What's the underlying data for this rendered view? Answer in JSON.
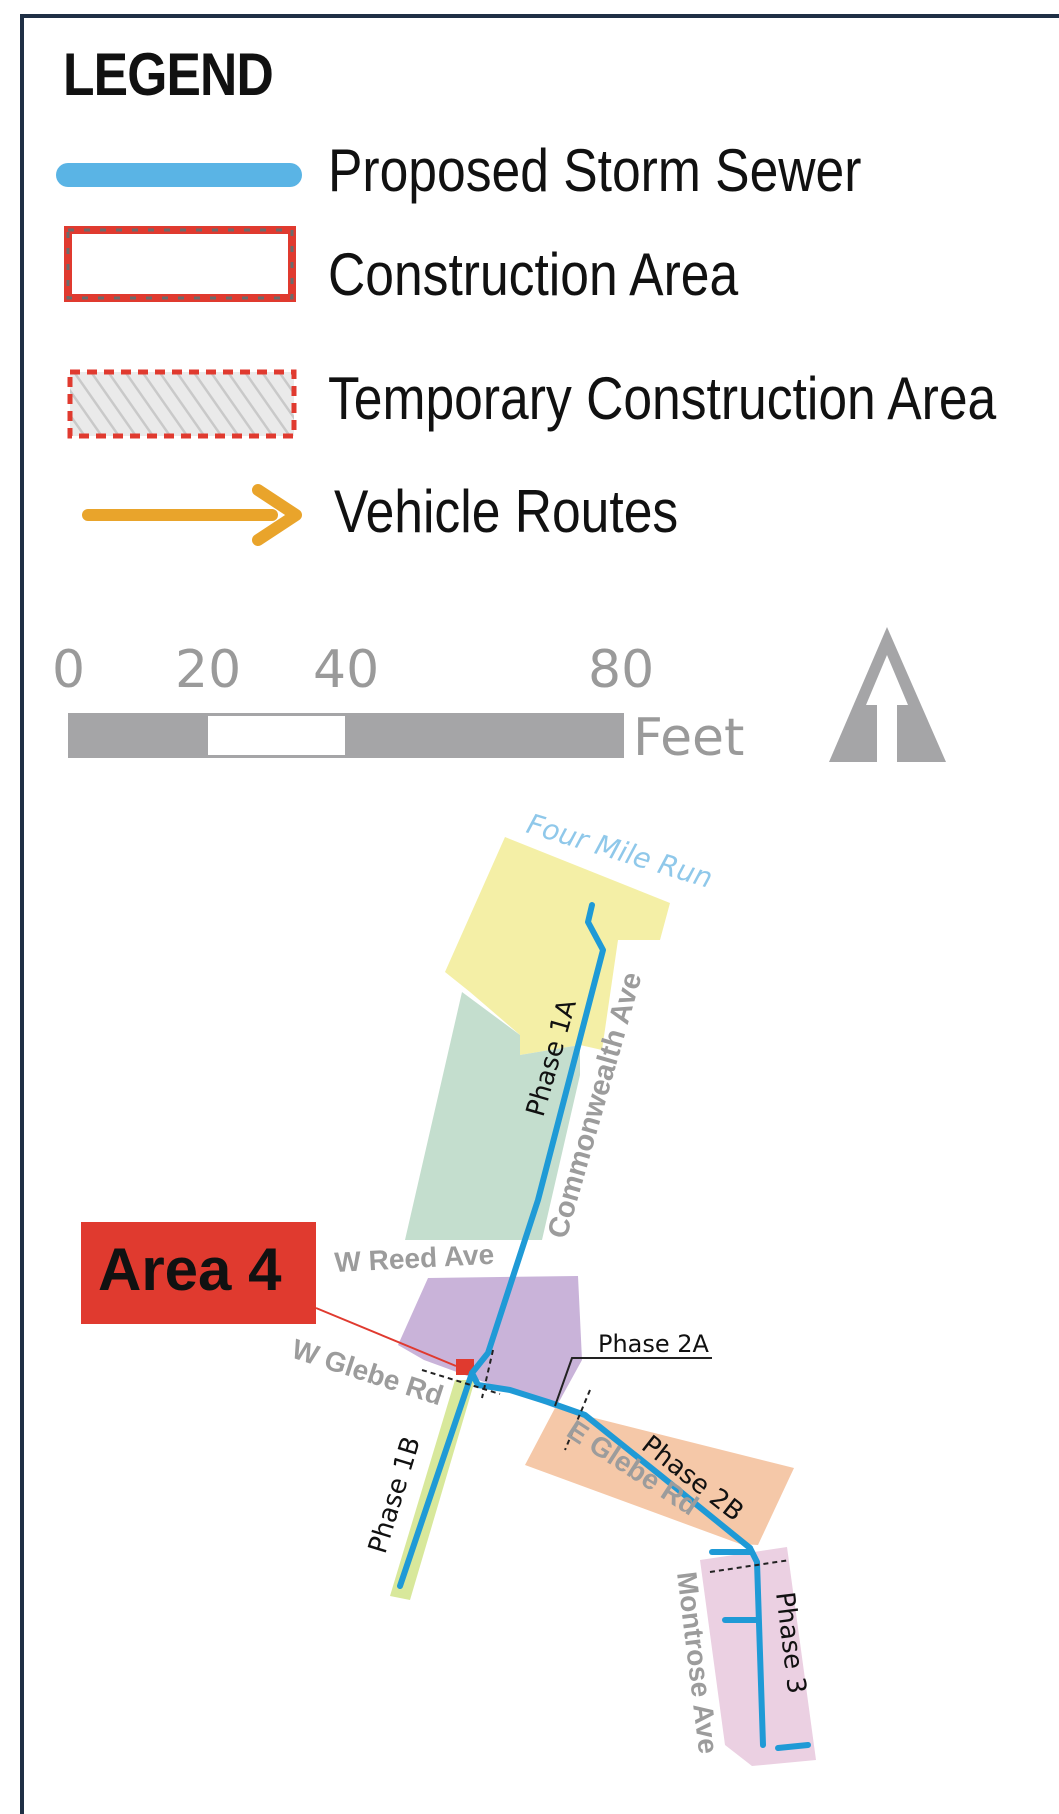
{
  "legend": {
    "title": "LEGEND",
    "items": [
      {
        "label": "Proposed Storm Sewer",
        "icon": "storm-sewer-line-icon",
        "color": "#5ab4e5"
      },
      {
        "label": "Construction Area",
        "icon": "construction-area-box-icon",
        "color": "#e03a2f"
      },
      {
        "label": "Temporary Construction Area",
        "icon": "temporary-area-box-icon",
        "color": "#e03a2f"
      },
      {
        "label": "Vehicle Routes",
        "icon": "vehicle-route-arrow-icon",
        "color": "#e9a42b"
      }
    ]
  },
  "scale": {
    "ticks": [
      "0",
      "20",
      "40",
      "80"
    ],
    "unit": "Feet"
  },
  "map": {
    "labels": {
      "four_mile_run": "Four Mile Run",
      "phase_1a": "Phase 1A",
      "commonwealth_ave": "Commonwealth Ave",
      "w_reed_ave": "W Reed Ave",
      "w_glebe_rd": "W Glebe Rd",
      "phase_2a": "Phase 2A",
      "e_glebe_rd": "E Glebe Rd",
      "phase_2b": "Phase 2B",
      "phase_1b": "Phase 1B",
      "montrose_ave": "Montrose Ave",
      "phase_3": "Phase 3"
    },
    "callout": "Area 4",
    "colors": {
      "sewer": "#1f9ad6",
      "callout": "#e03a2f",
      "phase_1a_area": "#f4efa6",
      "green_area": "#c4dece",
      "purple_area": "#c9b3d9",
      "orange_area": "#f5c8a8",
      "pink_area": "#ebd0e2",
      "phase_1b_area": "#d8e89b",
      "street_label": "#9c9c9c"
    }
  }
}
